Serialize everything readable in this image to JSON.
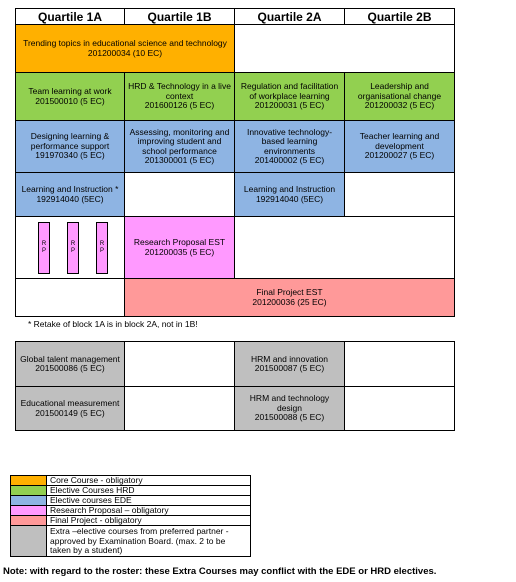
{
  "headers": [
    "Quartile 1A",
    "Quartile 1B",
    "Quartile 2A",
    "Quartile 2B"
  ],
  "courses": {
    "trending": [
      "Trending topics in educational science and technology",
      "201200034 (10 EC)"
    ],
    "team_learning": [
      "Team learning at work",
      "201500010 (5 EC)"
    ],
    "hrd_tech": [
      "HRD & Technology in a live context",
      "201600126 (5 EC)"
    ],
    "regulation": [
      "Regulation and facilitation of workplace learning",
      "201200031 (5 EC)"
    ],
    "leadership": [
      "Leadership and organisational change",
      "201200032 (5 EC)"
    ],
    "designing": [
      "Designing learning & performance support",
      "191970340 (5 EC)"
    ],
    "assessing": [
      "Assessing, monitoring and improving student and school performance",
      "201300001 (5 EC)"
    ],
    "innovative": [
      "Innovative technology-based learning environments",
      "201400002 (5 EC)"
    ],
    "teacher": [
      "Teacher learning and development",
      "201200027 (5 EC)"
    ],
    "learning_1a": [
      "Learning and Instruction *",
      "192914040 (5EC)"
    ],
    "learning_2a": [
      "Learning and Instruction",
      "192914040 (5EC)"
    ],
    "rp_mini": [
      "R",
      "P"
    ],
    "research_proposal": [
      "Research Proposal EST",
      "201200035 (5 EC)"
    ],
    "final_project": [
      "Final Project EST",
      "201200036 (25 EC)"
    ],
    "global_talent": [
      "Global talent management",
      "201500086 (5 EC)"
    ],
    "hrm_innovation": [
      "HRM and innovation",
      "201500087 (5 EC)"
    ],
    "edu_measurement": [
      "Educational measurement",
      "201500149 (5 EC)"
    ],
    "hrm_technology": [
      "HRM and technology design",
      "201500088 (5 EC)"
    ]
  },
  "footnote": "*  Retake of block 1A is in block 2A, not in 1B!",
  "legend": [
    {
      "label": "Core Course - obligatory",
      "color": "#FFB000"
    },
    {
      "label": "Elective Courses HRD",
      "color": "#92D050"
    },
    {
      "label": "Elective courses EDE",
      "color": "#8EB4E3"
    },
    {
      "label": "Research Proposal – obligatory",
      "color": "#FF99FF"
    },
    {
      "label": "Final Project - obligatory",
      "color": "#FF9999"
    },
    {
      "label": "Extra –elective courses from preferred partner - approved by Examination Board. (max. 2 to be taken by a student)",
      "color": "#BFBFBF"
    }
  ],
  "note": "Note:   with regard to the roster: these Extra Courses may conflict with the EDE or HRD electives."
}
